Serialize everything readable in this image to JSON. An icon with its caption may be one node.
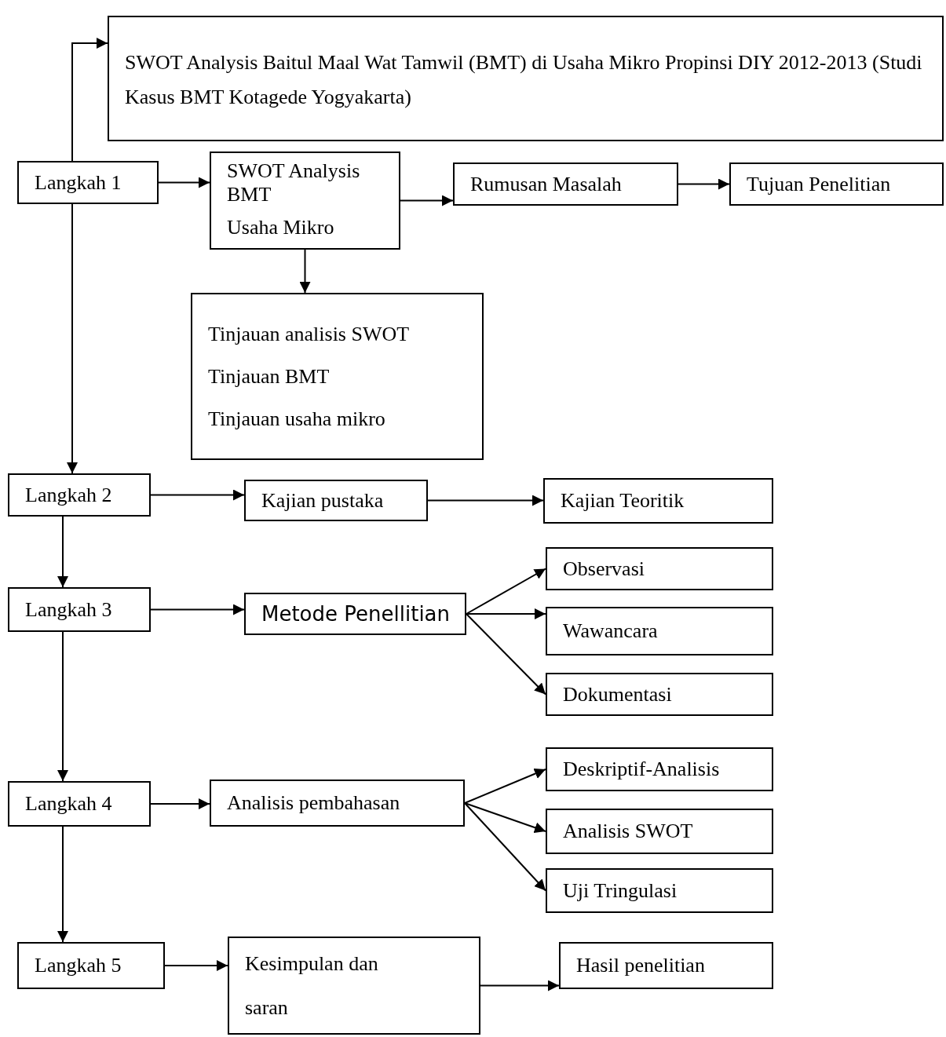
{
  "diagram": {
    "nodes": [
      {
        "text": [
          "SWOT Analysis Baitul Maal Wat Tamwil (BMT) di Usaha Mikro Propinsi DIY 2012-2013 (Studi Kasus BMT Kotagede Yogyakarta)"
        ]
      },
      {
        "text": [
          "Langkah 1"
        ]
      },
      {
        "text": [
          "SWOT Analysis BMT",
          "Usaha Mikro"
        ]
      },
      {
        "text": [
          "Rumusan Masalah"
        ]
      },
      {
        "text": [
          "Tujuan Penelitian"
        ]
      },
      {
        "text": [
          "Tinjauan analisis SWOT",
          "Tinjauan BMT",
          "Tinjauan usaha mikro"
        ]
      },
      {
        "text": [
          "Langkah 2"
        ]
      },
      {
        "text": [
          "Kajian pustaka"
        ]
      },
      {
        "text": [
          "Kajian Teoritik"
        ]
      },
      {
        "text": [
          "Langkah 3"
        ]
      },
      {
        "text": [
          "Metode Penellitian"
        ]
      },
      {
        "text": [
          "Observasi"
        ]
      },
      {
        "text": [
          "Wawancara"
        ]
      },
      {
        "text": [
          "Dokumentasi"
        ]
      },
      {
        "text": [
          "Langkah 4"
        ]
      },
      {
        "text": [
          "Analisis pembahasan"
        ]
      },
      {
        "text": [
          "Deskriptif-Analisis"
        ]
      },
      {
        "text": [
          "Analisis SWOT"
        ]
      },
      {
        "text": [
          "Uji Tringulasi"
        ]
      },
      {
        "text": [
          "Langkah 5"
        ]
      },
      {
        "text": [
          "Kesimpulan dan saran"
        ]
      },
      {
        "text": [
          "Hasil penelitian"
        ]
      }
    ],
    "edges": [
      {
        "from": 1,
        "to": 0,
        "arrow": "to"
      },
      {
        "from": 1,
        "to": 2,
        "arrow": "to"
      },
      {
        "from": 2,
        "to": 3,
        "arrow": "to"
      },
      {
        "from": 3,
        "to": 4,
        "arrow": "to"
      },
      {
        "from": 2,
        "to": 5,
        "arrow": "to"
      },
      {
        "from": 1,
        "to": 6,
        "arrow": "to"
      },
      {
        "from": 6,
        "to": 7,
        "arrow": "to"
      },
      {
        "from": 7,
        "to": 8,
        "arrow": "to"
      },
      {
        "from": 6,
        "to": 9,
        "arrow": "to"
      },
      {
        "from": 9,
        "to": 10,
        "arrow": "to"
      },
      {
        "from": 10,
        "to": 11,
        "arrow": "to"
      },
      {
        "from": 10,
        "to": 12,
        "arrow": "to"
      },
      {
        "from": 10,
        "to": 13,
        "arrow": "to"
      },
      {
        "from": 9,
        "to": 14,
        "arrow": "to"
      },
      {
        "from": 14,
        "to": 15,
        "arrow": "to"
      },
      {
        "from": 15,
        "to": 16,
        "arrow": "to"
      },
      {
        "from": 15,
        "to": 17,
        "arrow": "to"
      },
      {
        "from": 15,
        "to": 18,
        "arrow": "to"
      },
      {
        "from": 14,
        "to": 19,
        "arrow": "to"
      },
      {
        "from": 19,
        "to": 20,
        "arrow": "to"
      },
      {
        "from": 20,
        "to": 21,
        "arrow": "to"
      }
    ]
  }
}
